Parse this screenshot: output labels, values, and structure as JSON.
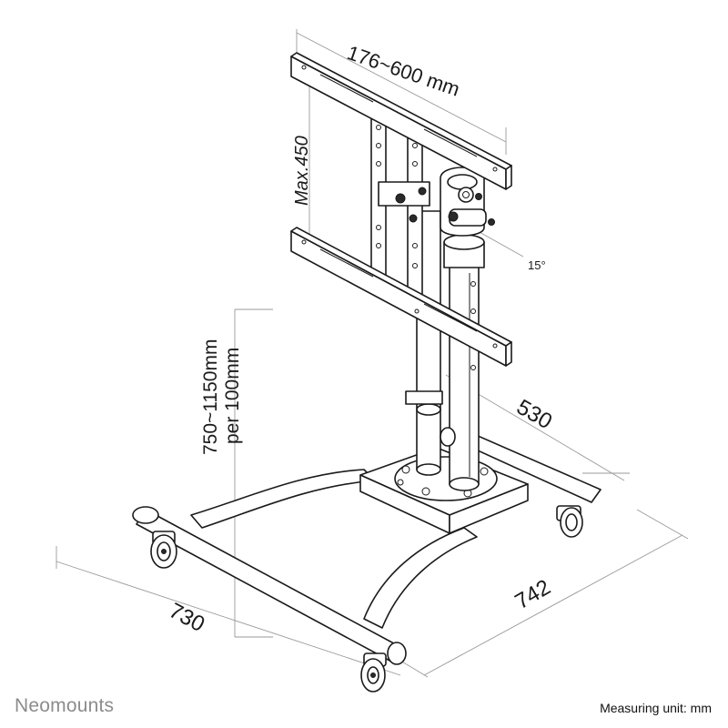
{
  "dimensions": {
    "vesa_width": "176~600 mm",
    "vesa_height": "Max.450",
    "tilt": "15°",
    "height_range_line1": "750~1150mm",
    "height_range_line2": "per 100mm",
    "base_depth": "530",
    "base_length": "742",
    "base_width": "730"
  },
  "brand": {
    "name": "Neomounts"
  },
  "footer": {
    "measuring_unit": "Measuring unit: mm"
  }
}
